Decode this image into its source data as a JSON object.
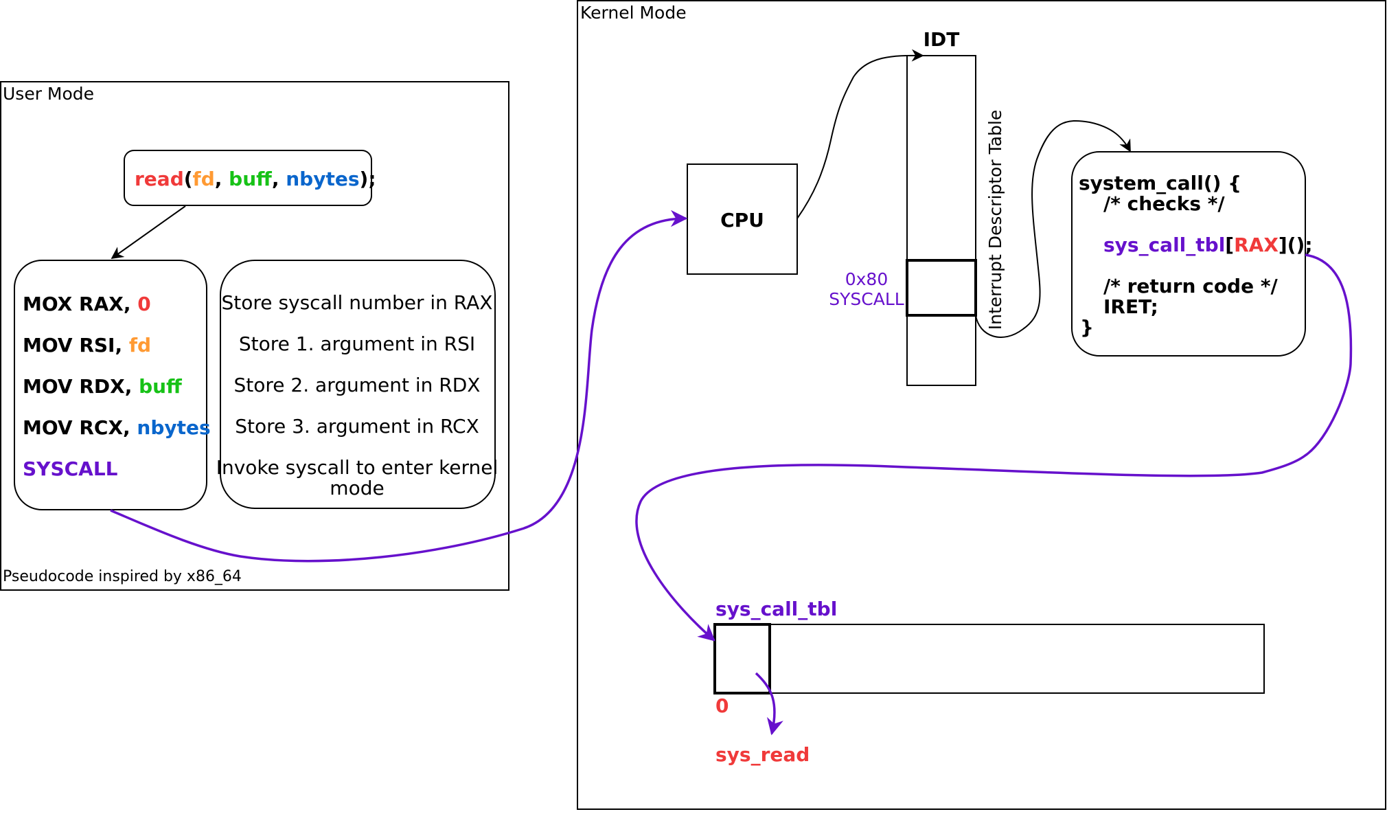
{
  "colors": {
    "red": "#f03a3a",
    "orange": "#ff9a33",
    "green": "#17c217",
    "blue": "#0a66cc",
    "purple": "#6611cc",
    "black": "#000000"
  },
  "user_mode": {
    "label": "User Mode",
    "footnote": "Pseudocode inspired by x86_64",
    "call": {
      "fn": "read",
      "open": "(",
      "a1": "fd",
      "sep1": ", ",
      "a2": "buff",
      "sep2": ", ",
      "a3": "nbytes",
      "close": ");"
    },
    "asm": [
      {
        "op": "MOX RAX, ",
        "arg": "0",
        "color": "red"
      },
      {
        "op": "MOV RSI, ",
        "arg": "fd",
        "color": "orange"
      },
      {
        "op": "MOV RDX, ",
        "arg": "buff",
        "color": "green"
      },
      {
        "op": "MOV RCX, ",
        "arg": "nbytes",
        "color": "blue"
      },
      {
        "op": "",
        "arg": "SYSCALL",
        "color": "purple"
      }
    ],
    "descriptions": [
      "Store syscall number in RAX",
      "Store 1. argument in RSI",
      "Store 2. argument in RDX",
      "Store 3. argument in RCX",
      "Invoke syscall to enter kernel",
      "mode"
    ]
  },
  "kernel_mode": {
    "label": "Kernel Mode",
    "cpu": "CPU",
    "idt_title": "IDT",
    "idt_caption": "Interrupt Descriptor Table",
    "vector": "0x80",
    "vector_name": "SYSCALL",
    "system_call": {
      "head": "system_call() {",
      "checks": "/* checks */",
      "tbl": "sys_call_tbl",
      "bracket_open": "[",
      "rax": "RAX",
      "bracket_close": "]();",
      "ret_comment": "/* return code */",
      "iret": "IRET;",
      "close": "}"
    },
    "sys_call_tbl_label": "sys_call_tbl",
    "index": "0",
    "sys_read": "sys_read"
  }
}
